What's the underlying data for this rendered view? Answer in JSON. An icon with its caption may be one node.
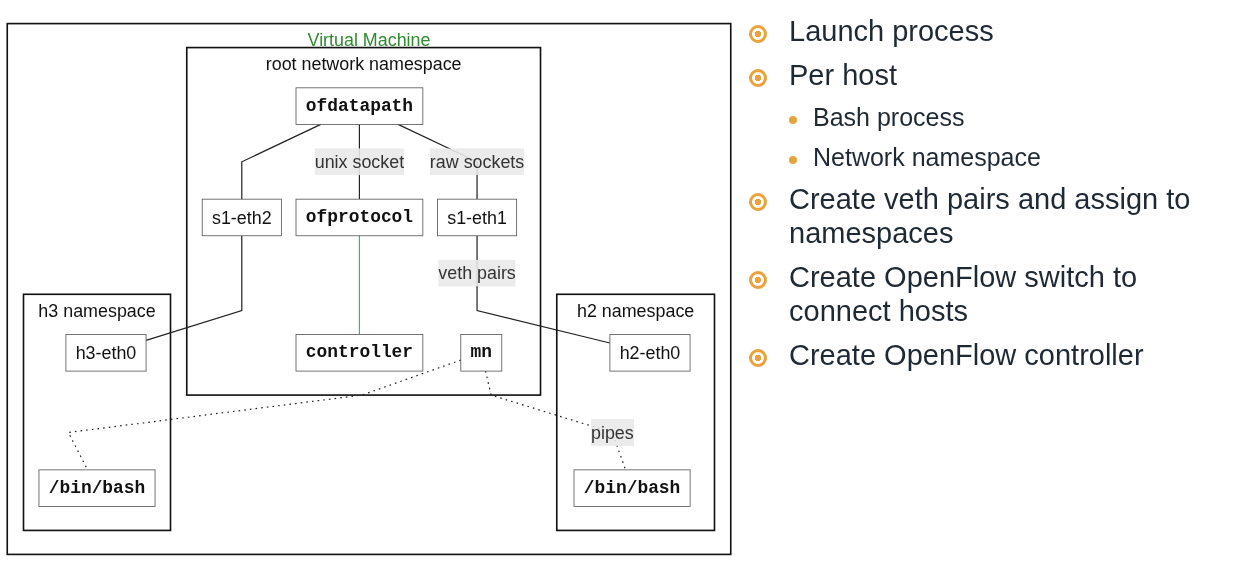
{
  "diagram": {
    "nodes": [
      {
        "text": [
          "Virtual Machine"
        ]
      },
      {
        "text": [
          "root network namespace"
        ],
        "in": 0
      },
      {
        "text": [
          "ofdatapath"
        ],
        "in": 1
      },
      {
        "text": [
          "ofprotocol"
        ],
        "in": 1
      },
      {
        "text": [
          "controller"
        ],
        "in": 1
      },
      {
        "text": [
          "mn"
        ],
        "in": 1
      },
      {
        "text": [
          "s1-eth1"
        ],
        "in": 1
      },
      {
        "text": [
          "s1-eth2"
        ],
        "in": 1
      },
      {
        "text": [
          "h2 namespace"
        ],
        "in": 0
      },
      {
        "text": [
          "h2-eth0"
        ],
        "in": 8
      },
      {
        "text": [
          "/bin/bash"
        ],
        "in": 8
      },
      {
        "text": [
          "h3 namespace"
        ],
        "in": 0
      },
      {
        "text": [
          "h3-eth0"
        ],
        "in": 11
      },
      {
        "text": [
          "/bin/bash"
        ],
        "in": 11
      }
    ],
    "edges": [
      {
        "from": 2,
        "to": 3,
        "arrow": "none",
        "label": "unix socket"
      },
      {
        "from": 3,
        "to": 4,
        "arrow": "none",
        "color": "#3cb371"
      },
      {
        "from": 2,
        "to": 6,
        "arrow": "none",
        "label": "raw sockets"
      },
      {
        "from": 2,
        "to": 7,
        "arrow": "none"
      },
      {
        "from": 6,
        "to": 9,
        "arrow": "none",
        "label": "veth pairs"
      },
      {
        "from": 7,
        "to": 12,
        "arrow": "none"
      },
      {
        "from": 5,
        "to": 10,
        "arrow": "none",
        "style": "dashed",
        "label": "pipes"
      },
      {
        "from": 5,
        "to": 13,
        "arrow": "none",
        "style": "dashed"
      }
    ],
    "labels": [
      "Launch process",
      "Per host",
      "Bash process",
      "Network namespace",
      "Create veth pairs and assign to namespaces",
      "Create OpenFlow switch to connect hosts",
      "Create OpenFlow controller"
    ]
  }
}
